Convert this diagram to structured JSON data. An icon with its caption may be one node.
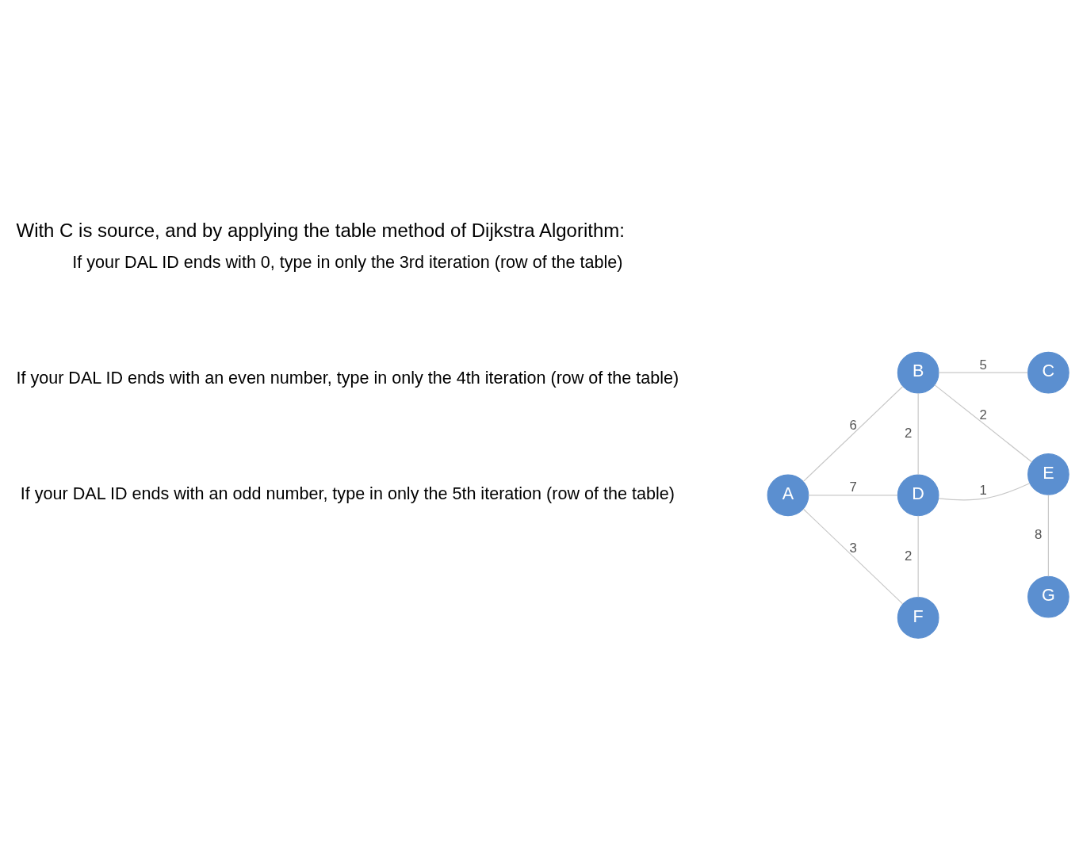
{
  "diagram": {
    "title": "With C is source, and by applying the table method of Dijkstra Algorithm:",
    "nodes": [
      {
        "text": [
          "A"
        ]
      },
      {
        "text": [
          "B"
        ]
      },
      {
        "text": [
          "C"
        ]
      },
      {
        "text": [
          "D"
        ]
      },
      {
        "text": [
          "E"
        ]
      },
      {
        "text": [
          "F"
        ]
      },
      {
        "text": [
          "G"
        ]
      }
    ],
    "edges": [
      {
        "from": 0,
        "to": 1,
        "arrow": "none",
        "label": "6"
      },
      {
        "from": 1,
        "to": 2,
        "arrow": "none",
        "label": "5"
      },
      {
        "from": 1,
        "to": 3,
        "arrow": "none",
        "label": "2"
      },
      {
        "from": 1,
        "to": 4,
        "arrow": "none",
        "label": "2"
      },
      {
        "from": 0,
        "to": 3,
        "arrow": "none",
        "label": "7"
      },
      {
        "from": 3,
        "to": 4,
        "arrow": "none",
        "label": "1"
      },
      {
        "from": 0,
        "to": 5,
        "arrow": "none",
        "label": "3"
      },
      {
        "from": 3,
        "to": 5,
        "arrow": "none",
        "label": "2"
      },
      {
        "from": 4,
        "to": 6,
        "arrow": "none",
        "label": "8"
      }
    ],
    "labels": [
      "If your DAL ID ends with 0, type in only the 3rd iteration (row of the table)",
      "If your DAL ID ends with an even number, type in only the 4th iteration (row of the table)",
      "If your DAL ID ends with an odd number, type in only the 5th iteration (row of the table)"
    ]
  }
}
